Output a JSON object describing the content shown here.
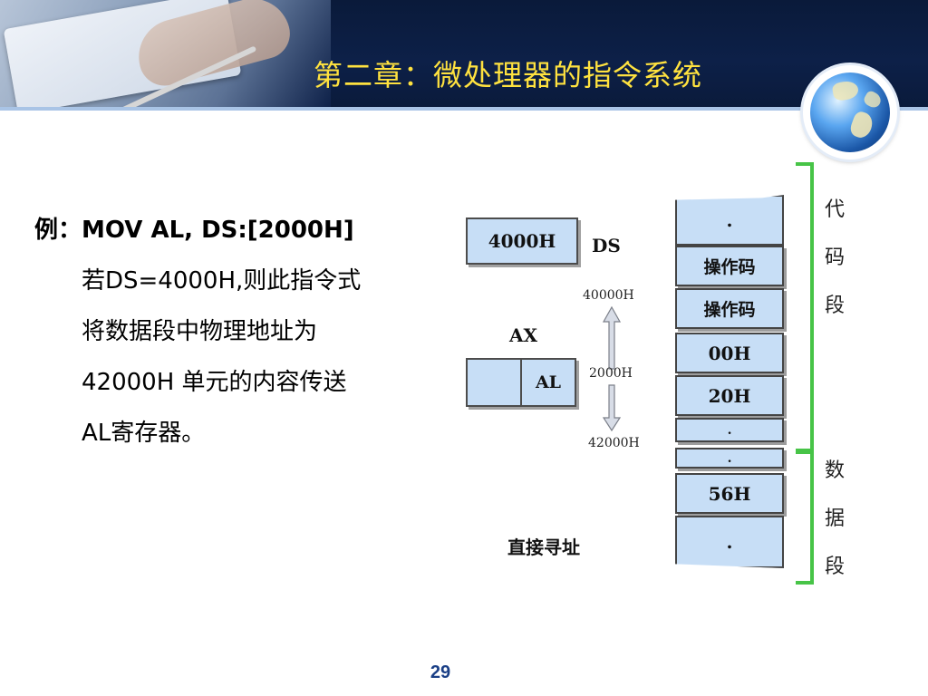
{
  "header": {
    "title": "第二章：微处理器的指令系统"
  },
  "example": {
    "lines": [
      "例：MOV   AL,   DS:[2000H]",
      "若DS=4000H,则此指令式",
      "将数据段中物理地址为",
      "42000H 单元的内容传送",
      "AL寄存器。"
    ]
  },
  "diagram": {
    "ds_value": "4000H",
    "ds_label": "DS",
    "ax_label": "AX",
    "al_label": "AL",
    "addr_top": "40000H",
    "offset_label": "2000H",
    "addr_bottom": "42000H",
    "caption": "直接寻址",
    "memory_cells": [
      ".",
      "操作码",
      "操作码",
      "00H",
      "20H",
      ".",
      ".",
      "56H",
      "."
    ],
    "segments": {
      "code": [
        "代",
        "码",
        "段"
      ],
      "data": [
        "数",
        "据",
        "段"
      ]
    }
  },
  "footer": {
    "page_number": "29"
  },
  "colors": {
    "header_bg": "#0d2048",
    "title_color": "#ffe23f",
    "cell_fill": "#c7def6",
    "bracket_green": "#47c447",
    "page_number_color": "#1a3f86"
  }
}
